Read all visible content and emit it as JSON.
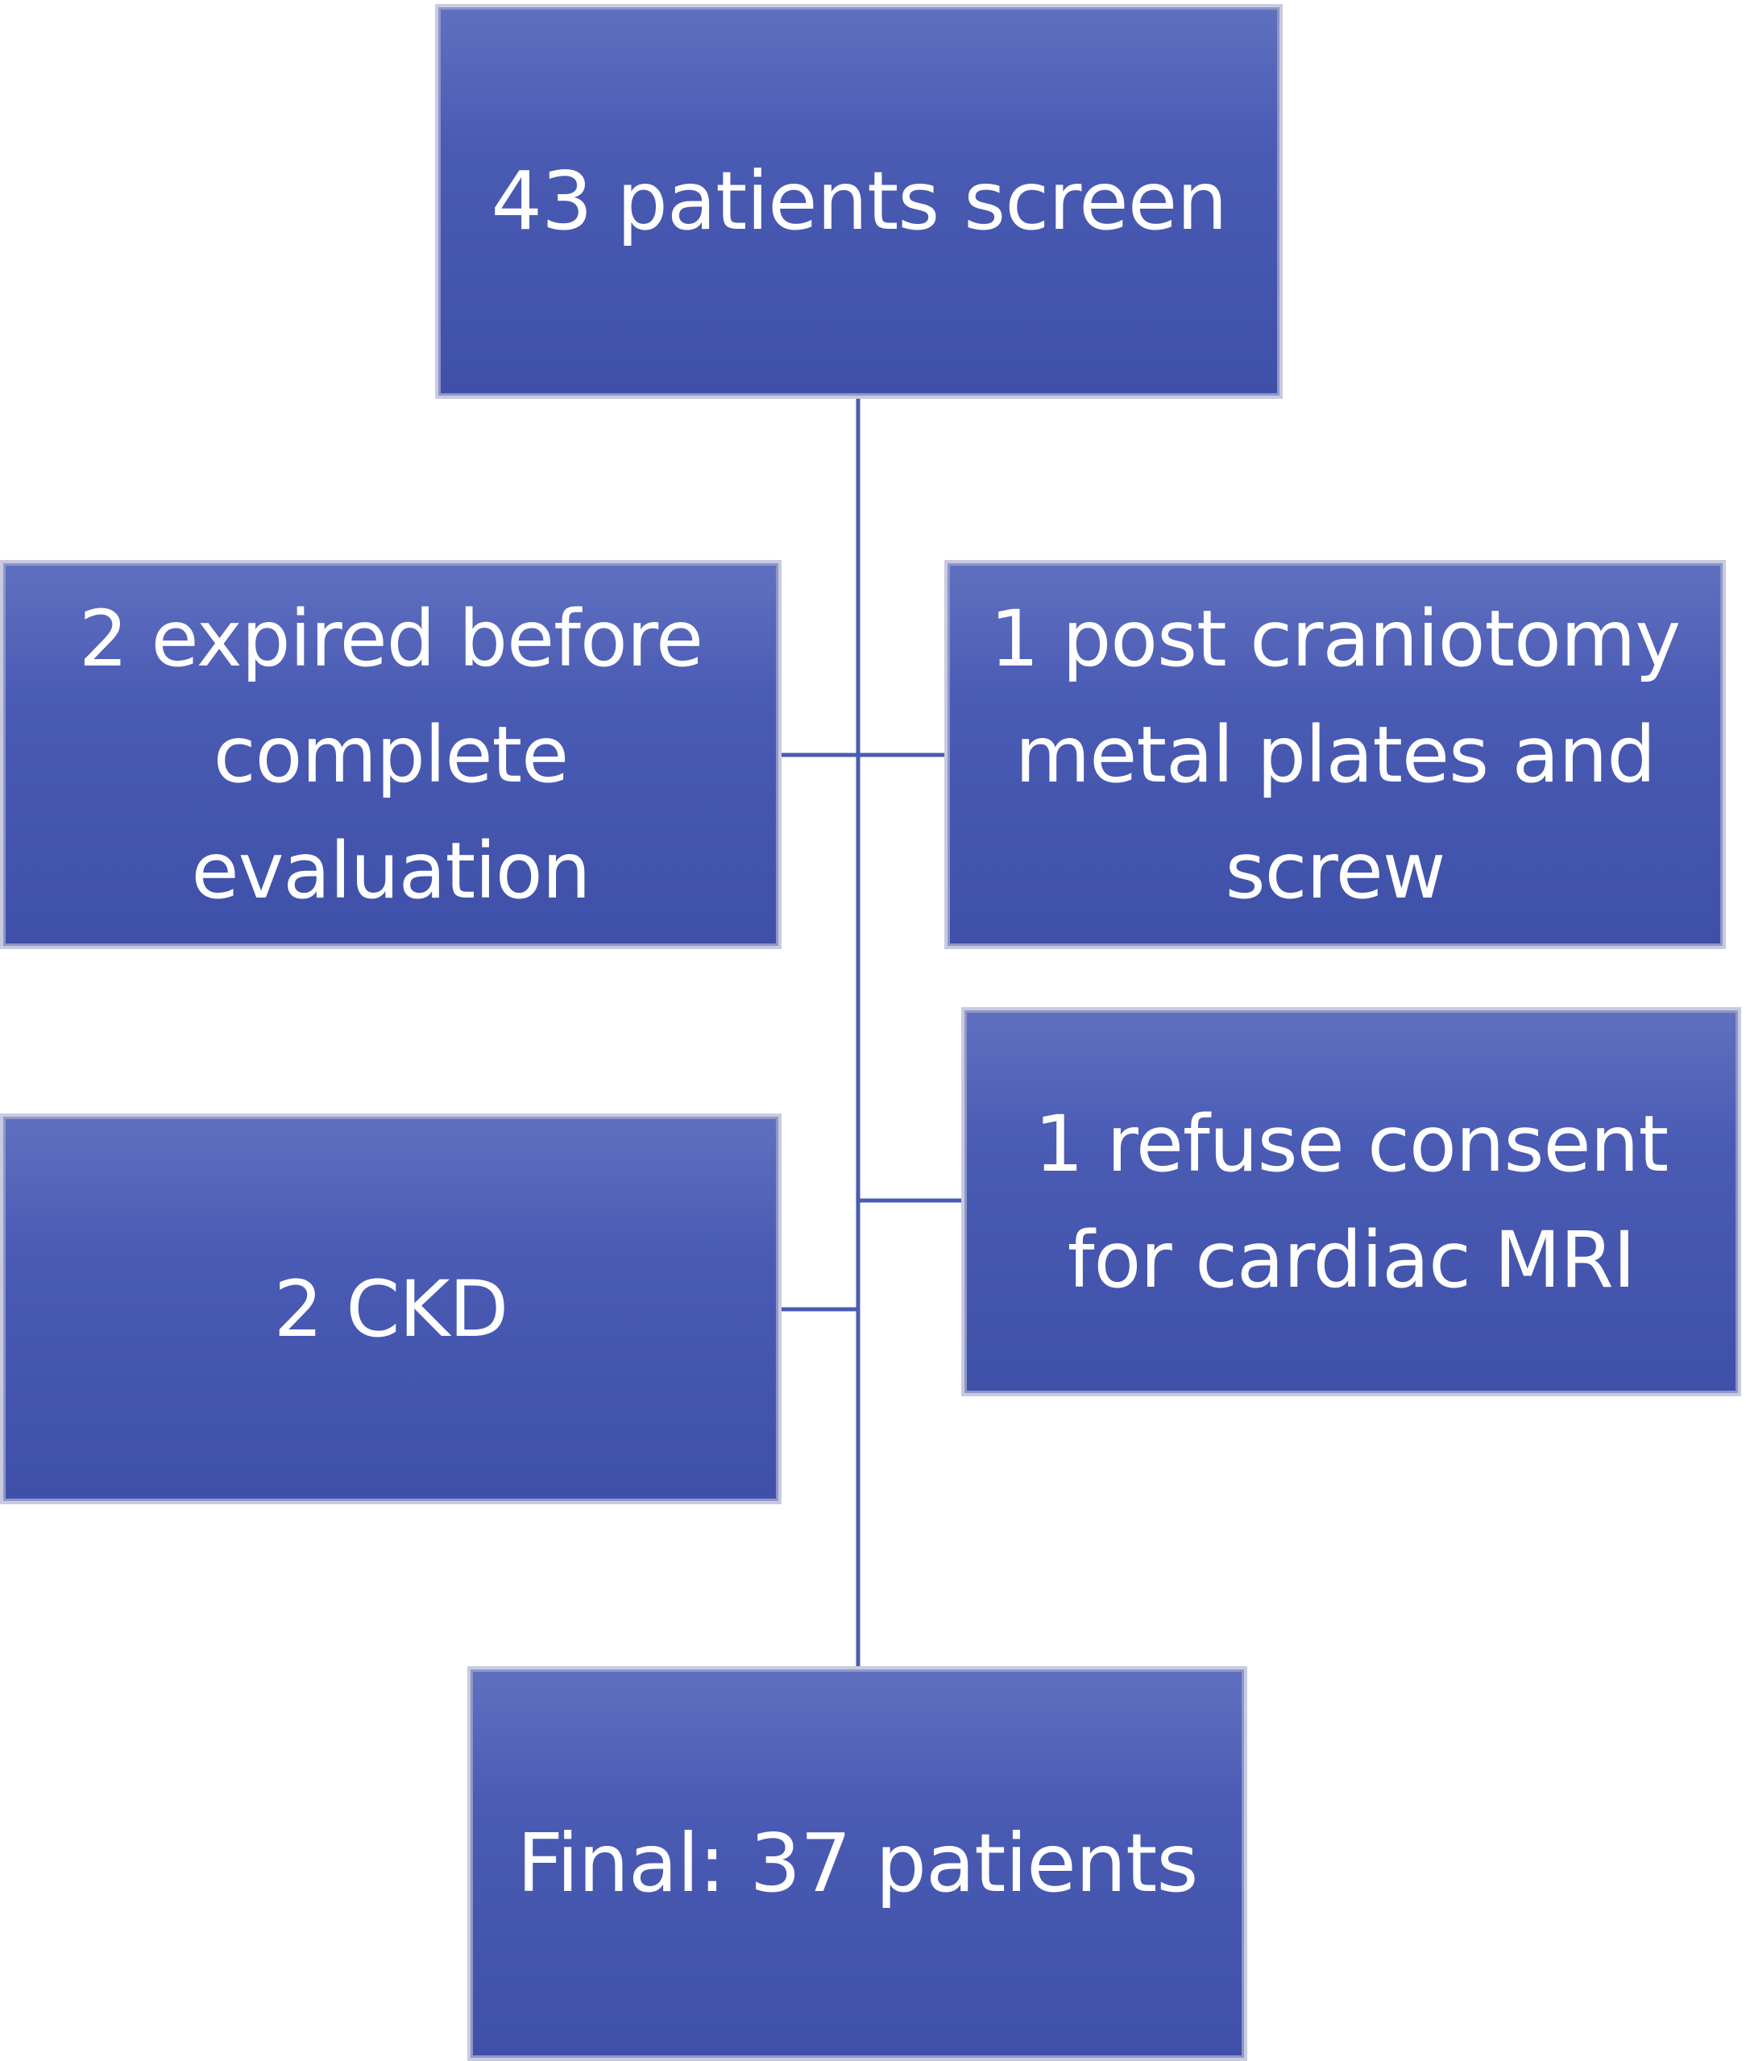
{
  "nodes": {
    "screened": {
      "label": "43 patients screen"
    },
    "expired": {
      "label": "2 expired before complete evaluation"
    },
    "craniotomy": {
      "label": "1 post craniotomy metal plates and screw"
    },
    "consent": {
      "label": "1 refuse consent for cardiac MRI"
    },
    "ckd": {
      "label": "2 CKD"
    },
    "final": {
      "label": "Final: 37 patients"
    }
  },
  "colors": {
    "box_fill": "#4a5bb4",
    "box_text": "#ffffff",
    "connector": "#4a5bb4"
  }
}
